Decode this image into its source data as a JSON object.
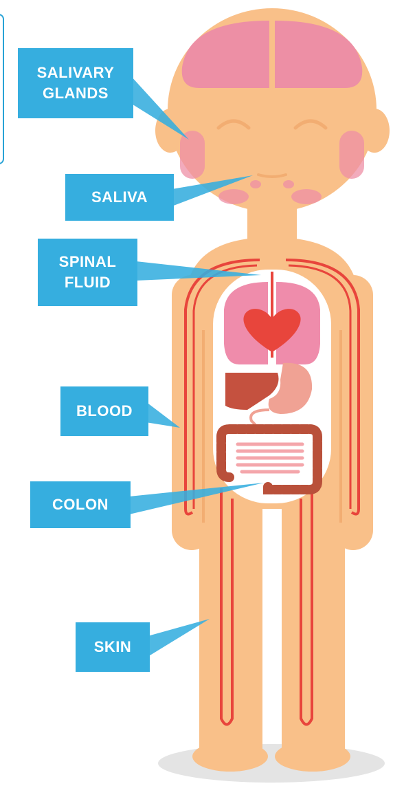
{
  "labels": {
    "salivary_glands": "SALIVARY\nGLANDS",
    "saliva": "SALIVA",
    "spinal_fluid": "SPINAL\nFLUID",
    "blood": "BLOOD",
    "colon": "COLON",
    "skin": "SKIN"
  },
  "colors": {
    "label_bg": "#36aedf",
    "skin": "#f9c089",
    "skin_shade": "#f2ad72",
    "brain": "#ed8fa5",
    "blood_vessel": "#e8453c",
    "lungs": "#ef8cab",
    "heart": "#e8453c",
    "liver": "#c5513f",
    "stomach": "#f0a294",
    "colon": "#b9503a",
    "intestine": "#f4a6ab",
    "torso_cavity": "#ffffff",
    "shadow": "#e4e4e4"
  }
}
